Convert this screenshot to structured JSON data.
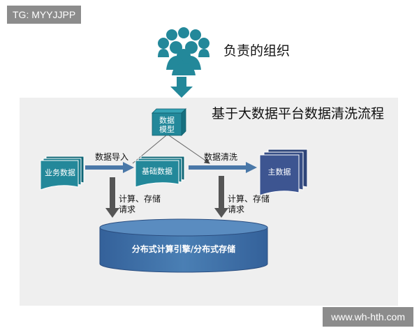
{
  "watermark_tag": "TG: MYYJJPP",
  "watermark_url": "www.wh-hth.com",
  "org_title": "负责的组织",
  "flow_title": "基于大数据平台数据清洗流程",
  "nodes": {
    "data_model_line1": "数据",
    "data_model_line2": "模型",
    "business_data": "业务数据",
    "base_data": "基础数据",
    "master_data": "主数据",
    "storage": "分布式计算引擎/分布式存储"
  },
  "edges": {
    "import": "数据导入",
    "cleaning": "数据清洗",
    "compute_left_line1": "计算、存储",
    "compute_left_line2": "请求",
    "compute_right_line1": "计算、存储",
    "compute_right_line2": "请求"
  },
  "colors": {
    "teal": "#23889a",
    "teal_dark": "#126a7a",
    "navy": "#3d5591",
    "steel": "#4a78a8",
    "grey_arrow": "#555555"
  }
}
